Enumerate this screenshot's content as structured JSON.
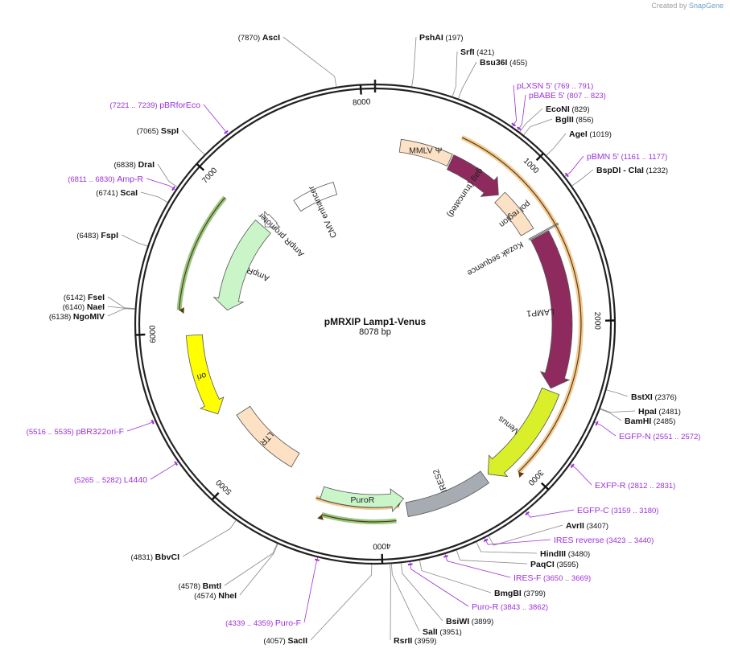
{
  "watermark": {
    "created_by": "Created by",
    "brand": "SnapGene"
  },
  "plasmid": {
    "name": "pMRXIP Lamp1-Venus",
    "size_label": "8078 bp",
    "length": 8078
  },
  "ticks": [
    {
      "pos": 1000,
      "label": "1000"
    },
    {
      "pos": 2000,
      "label": "2000"
    },
    {
      "pos": 3000,
      "label": "3000"
    },
    {
      "pos": 4000,
      "label": "4000"
    },
    {
      "pos": 5000,
      "label": "5000"
    },
    {
      "pos": 6000,
      "label": "6000"
    },
    {
      "pos": 7000,
      "label": "7000"
    },
    {
      "pos": 8000,
      "label": "8000"
    }
  ],
  "features": [
    {
      "name": "MMLV Ψ",
      "color": "#fde1c4",
      "type": "box",
      "start": 180,
      "end": 550
    },
    {
      "name": "gag (truncated)",
      "color": "#8e2a5d",
      "type": "arrow",
      "start": 560,
      "end": 980
    },
    {
      "name": "pol region",
      "color": "#fde1c4",
      "type": "box",
      "start": 1000,
      "end": 1320
    },
    {
      "name": "Kozak sequence",
      "color": "#888888",
      "type": "mark",
      "start": 1370,
      "end": 1380
    },
    {
      "name": "LAMP1",
      "color": "#8e2a5d",
      "type": "arrow",
      "start": 1385,
      "end": 2470
    },
    {
      "name": "Venus",
      "color": "#d9ef2a",
      "type": "arrow",
      "start": 2490,
      "end": 3210
    },
    {
      "name": "IRES2",
      "color": "#a6acb1",
      "type": "box",
      "start": 3240,
      "end": 3820
    },
    {
      "name": "PuroR",
      "color": "#c9f5c9",
      "type": "arrow-rev",
      "start": 3830,
      "end": 4430
    },
    {
      "name": "LTR",
      "color": "#fde1c4",
      "type": "box",
      "start": 4720,
      "end": 5310
    },
    {
      "name": "ori",
      "color": "#ffff00",
      "type": "arrow-rev",
      "start": 5390,
      "end": 5980
    },
    {
      "name": "AmpR",
      "color": "#c9f5c9",
      "type": "arrow-rev",
      "start": 6180,
      "end": 6980
    },
    {
      "name": "AmpR promoter",
      "color": "#ffffff",
      "type": "arrow-rev",
      "start": 6990,
      "end": 7090
    },
    {
      "name": "CMV enhancer",
      "color": "#ffffff",
      "type": "box",
      "start": 7330,
      "end": 7710
    }
  ],
  "orf_arcs": [
    {
      "color": "#e8a33c",
      "start": 560,
      "end": 3050,
      "dir": 1
    },
    {
      "color": "#e8a33c",
      "start": 3870,
      "end": 4460,
      "dir": -1
    },
    {
      "color": "#3f9a1e",
      "start": 3900,
      "end": 4390,
      "dir": 1
    },
    {
      "color": "#3f9a1e",
      "start": 6150,
      "end": 6960,
      "dir": -1
    }
  ],
  "enzymes": [
    {
      "pos": 7870,
      "name": "AscI",
      "loc": "(7870)"
    },
    {
      "pos": 197,
      "name": "PshAI",
      "loc": "(197)"
    },
    {
      "pos": 421,
      "name": "SrfI",
      "loc": "(421)"
    },
    {
      "pos": 455,
      "name": "Bsu36I",
      "loc": "(455)"
    },
    {
      "pos": 829,
      "name": "EcoNI",
      "loc": "(829)"
    },
    {
      "pos": 856,
      "name": "BglII",
      "loc": "(856)"
    },
    {
      "pos": 1019,
      "name": "AgeI",
      "loc": "(1019)"
    },
    {
      "pos": 1232,
      "name": "BspDI",
      "name2": "ClaI",
      "loc": "(1232)"
    },
    {
      "pos": 2376,
      "name": "BstXI",
      "loc": "(2376)"
    },
    {
      "pos": 2481,
      "name": "HpaI",
      "loc": "(2481)"
    },
    {
      "pos": 2485,
      "name": "BamHI",
      "loc": "(2485)"
    },
    {
      "pos": 3407,
      "name": "AvrII",
      "loc": "(3407)"
    },
    {
      "pos": 3480,
      "name": "HindIII",
      "loc": "(3480)"
    },
    {
      "pos": 3595,
      "name": "PaqCI",
      "loc": "(3595)"
    },
    {
      "pos": 3799,
      "name": "BmgBI",
      "loc": "(3799)"
    },
    {
      "pos": 3899,
      "name": "BsiWI",
      "loc": "(3899)"
    },
    {
      "pos": 3951,
      "name": "SalI",
      "loc": "(3951)"
    },
    {
      "pos": 3959,
      "name": "RsrII",
      "loc": "(3959)"
    },
    {
      "pos": 4057,
      "name": "SacII",
      "loc": "(4057)"
    },
    {
      "pos": 4574,
      "name": "NheI",
      "loc": "(4574)"
    },
    {
      "pos": 4578,
      "name": "BmtI",
      "loc": "(4578)"
    },
    {
      "pos": 4831,
      "name": "BbvCI",
      "loc": "(4831)"
    },
    {
      "pos": 6138,
      "name": "NgoMIV",
      "loc": "(6138)"
    },
    {
      "pos": 6140,
      "name": "NaeI",
      "loc": "(6140)"
    },
    {
      "pos": 6142,
      "name": "FseI",
      "loc": "(6142)"
    },
    {
      "pos": 6483,
      "name": "FspI",
      "loc": "(6483)"
    },
    {
      "pos": 6741,
      "name": "ScaI",
      "loc": "(6741)"
    },
    {
      "pos": 6838,
      "name": "DraI",
      "loc": "(6838)"
    },
    {
      "pos": 7065,
      "name": "SspI",
      "loc": "(7065)"
    }
  ],
  "primers": [
    {
      "pos": 780,
      "name": "pLXSN 5'",
      "loc": "(769 .. 791)"
    },
    {
      "pos": 815,
      "name": "pBABE 5'",
      "loc": "(807 .. 823)"
    },
    {
      "pos": 1169,
      "name": "pBMN 5'",
      "loc": "(1161 .. 1177)"
    },
    {
      "pos": 2561,
      "name": "EGFP-N",
      "loc": "(2551 .. 2572)"
    },
    {
      "pos": 2821,
      "name": "EXFP-R",
      "loc": "(2812 .. 2831)"
    },
    {
      "pos": 3169,
      "name": "EGFP-C",
      "loc": "(3159 .. 3180)"
    },
    {
      "pos": 3431,
      "name": "IRES reverse",
      "loc": "(3423 .. 3440)"
    },
    {
      "pos": 3659,
      "name": "IRES-F",
      "loc": "(3650 .. 3669)"
    },
    {
      "pos": 3852,
      "name": "Puro-R",
      "loc": "(3843 .. 3862)"
    },
    {
      "pos": 4349,
      "name": "Puro-F",
      "loc": "(4339 .. 4359)"
    },
    {
      "pos": 5273,
      "name": "L4440",
      "loc": "(5265 .. 5282)"
    },
    {
      "pos": 5525,
      "name": "pBR322ori-F",
      "loc": "(5516 .. 5535)"
    },
    {
      "pos": 6820,
      "name": "Amp-R",
      "loc": "(6811 .. 6830)"
    },
    {
      "pos": 7230,
      "name": "pBRforEco",
      "loc": "(7221 .. 7239)"
    }
  ],
  "colors": {
    "backbone": "#222222",
    "enzyme_line": "#888888",
    "primer": "#9b30d9",
    "tick": "#111111"
  }
}
